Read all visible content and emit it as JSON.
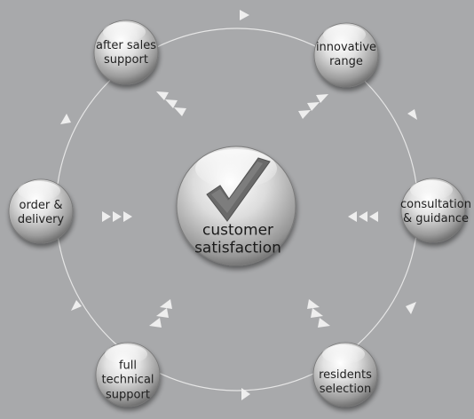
{
  "center": {
    "label": "customer\nsatisfaction",
    "icon": "checkmark-icon"
  },
  "nodes": [
    {
      "id": "innovative-range",
      "label": "innovative\nrange"
    },
    {
      "id": "consultation-guidance",
      "label": "consultation\n& guidance"
    },
    {
      "id": "residents-selection",
      "label": "residents\nselection"
    },
    {
      "id": "full-technical-support",
      "label": "full\ntechnical\nsupport"
    },
    {
      "id": "order-delivery",
      "label": "order &\ndelivery"
    },
    {
      "id": "after-sales-support",
      "label": "after sales\nsupport"
    }
  ],
  "colors": {
    "background": "#a8a9ab",
    "ring": "#e6e6e6",
    "arrow": "#eeeeee",
    "sphere_light": "#ffffff",
    "sphere_dark": "#5a5a5a",
    "checkmark": "#6a6a6a"
  }
}
